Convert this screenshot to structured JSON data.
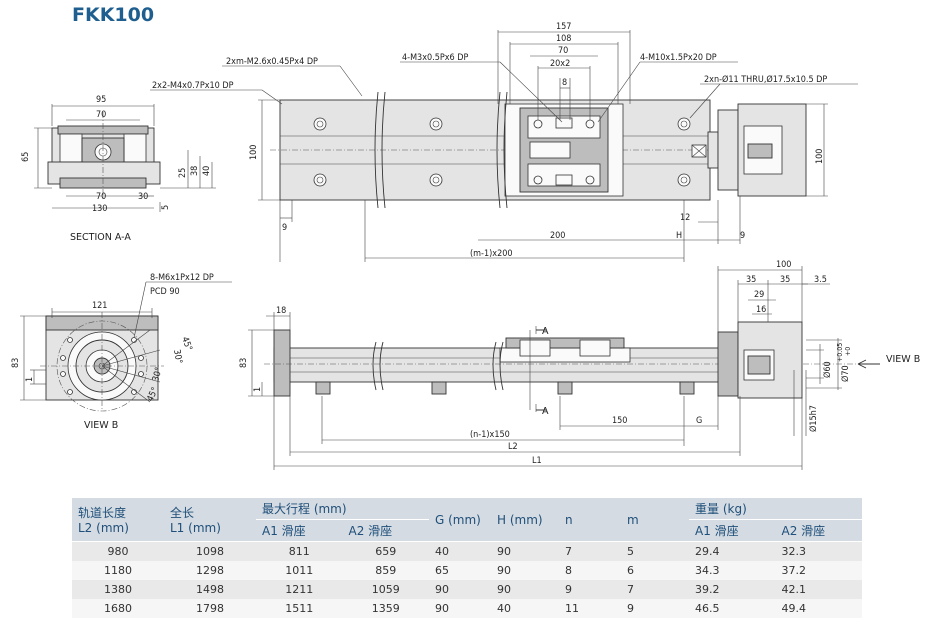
{
  "title": "FKK100",
  "labels": {
    "section_a_a": "SECTION A-A",
    "view_b": "VIEW B",
    "view_b_arrow": "VIEW B",
    "d95": "95",
    "d70_top": "70",
    "d65": "65",
    "d25": "25",
    "d38": "38",
    "d40": "40",
    "d5": "5",
    "d70_bot": "70",
    "d30": "30",
    "d130": "130",
    "hole_m4": "2x2-M4x0.7Px10 DP",
    "hole_m26": "2xm-M2.6x0.45Px4 DP",
    "hole_m3": "4-M3x0.5Px6 DP",
    "hole_m10": "4-M10x1.5Px20 DP",
    "hole_thru": "2xn-Ø11 THRU,Ø17.5x10.5 DP",
    "d157": "157",
    "d108": "108",
    "d70_top_view": "70",
    "d20x2": "20x2",
    "d8": "8",
    "d100_left": "100",
    "d100_right": "100",
    "d9_left": "9",
    "d200": "200",
    "d12": "12",
    "dH": "H",
    "d9_right": "9",
    "dm1x200": "(m-1)x200",
    "hole_m6": "8-M6x1Px12 DP",
    "pcd": "PCD 90",
    "d121": "121",
    "d83_left": "83",
    "d1_left": "1",
    "a45_top": "45°",
    "a30_top": "30°",
    "a30_bot": "30°",
    "a45_bot": "45°",
    "d18": "18",
    "d83_side": "83",
    "d1_side": "1",
    "dA_top": "A",
    "dA_bot": "A",
    "d100_motor": "100",
    "d35a": "35",
    "d35b": "35",
    "d3_5": "3.5",
    "d29": "29",
    "d16": "16",
    "d60": "Ø60",
    "d70tol": "Ø70",
    "tol_plus": "+0.05",
    "tol_zero": "+0",
    "d15h7": "Ø15h7",
    "d150": "150",
    "dG": "G",
    "dn1x150": "(n-1)x150",
    "dL2": "L2",
    "dL1": "L1"
  },
  "table": {
    "headers": {
      "l2_line1": "轨道长度",
      "l2_line2": "L2 (mm)",
      "l1_line1": "全长",
      "l1_line2": "L1 (mm)",
      "stroke": "最大行程 (mm)",
      "a1": "A1 滑座",
      "a2": "A2 滑座",
      "g": "G (mm)",
      "h": "H (mm)",
      "n": "n",
      "m": "m",
      "weight": "重量 (kg)",
      "w_a1": "A1 滑座",
      "w_a2": "A2 滑座"
    },
    "rows": [
      {
        "l2": "980",
        "l1": "1098",
        "s1": "811",
        "s2": "659",
        "g": "40",
        "h": "90",
        "n": "7",
        "m": "5",
        "w1": "29.4",
        "w2": "32.3"
      },
      {
        "l2": "1180",
        "l1": "1298",
        "s1": "1011",
        "s2": "859",
        "g": "65",
        "h": "90",
        "n": "8",
        "m": "6",
        "w1": "34.3",
        "w2": "37.2"
      },
      {
        "l2": "1380",
        "l1": "1498",
        "s1": "1211",
        "s2": "1059",
        "g": "90",
        "h": "90",
        "n": "9",
        "m": "7",
        "w1": "39.2",
        "w2": "42.1"
      },
      {
        "l2": "1680",
        "l1": "1798",
        "s1": "1511",
        "s2": "1359",
        "g": "90",
        "h": "40",
        "n": "11",
        "m": "9",
        "w1": "46.5",
        "w2": "49.4"
      }
    ]
  }
}
